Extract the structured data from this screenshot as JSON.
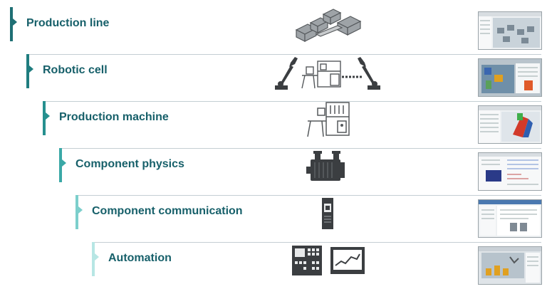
{
  "levels": [
    {
      "label": "Production line",
      "icon": "production-line-icon",
      "accent": "#1f6f74"
    },
    {
      "label": "Robotic cell",
      "icon": "robotic-cell-icon",
      "accent": "#1f7d7f"
    },
    {
      "label": "Production machine",
      "icon": "production-machine-icon",
      "accent": "#26908f"
    },
    {
      "label": "Component physics",
      "icon": "motor-icon",
      "accent": "#3aa8a6"
    },
    {
      "label": "Component communication",
      "icon": "controller-icon",
      "accent": "#7ccfcc"
    },
    {
      "label": "Automation",
      "icon": "hmi-panel-icon",
      "accent": "#b7e6e4"
    }
  ]
}
